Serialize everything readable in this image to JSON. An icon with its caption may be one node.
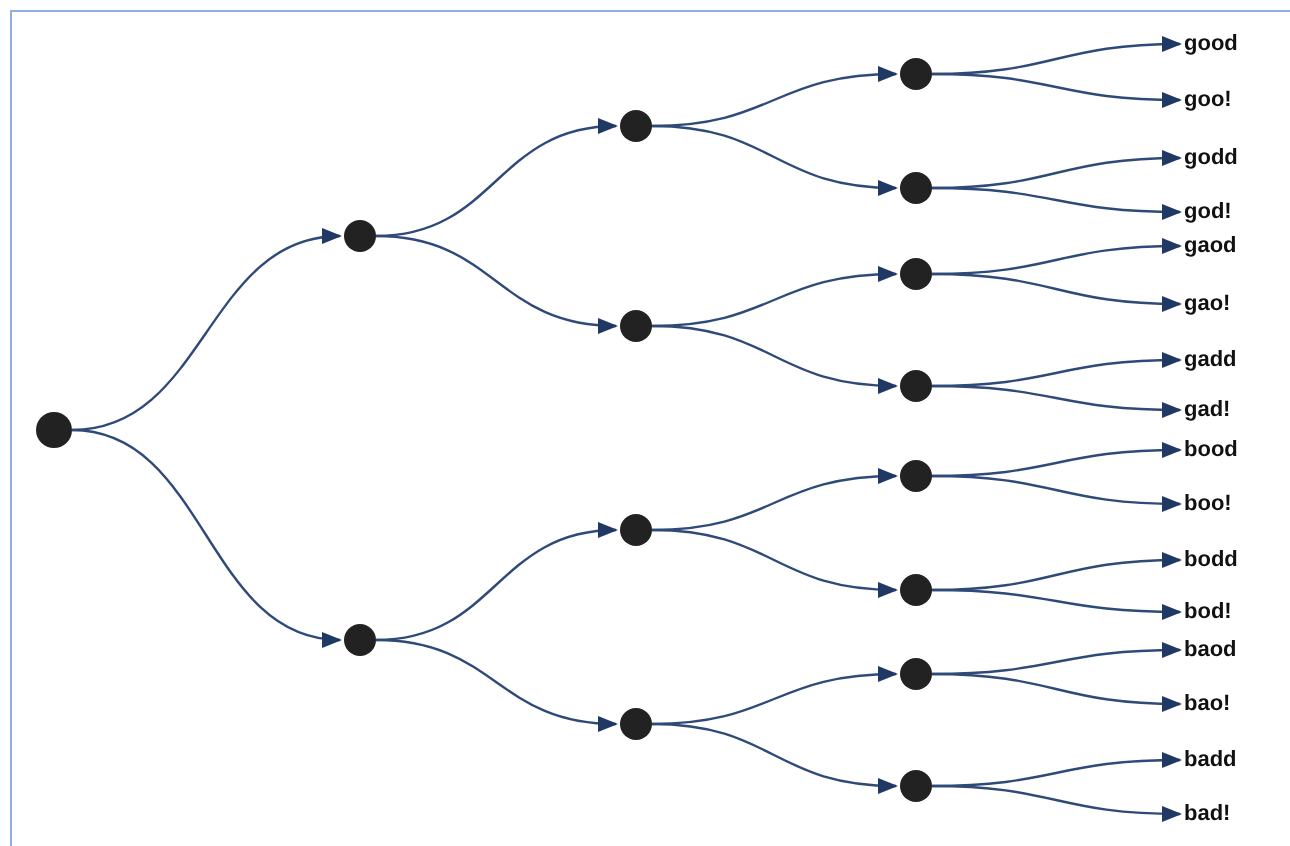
{
  "diagram": {
    "nodes": [
      {
        "text": [],
        "shape": "circle"
      },
      {
        "text": [],
        "shape": "circle"
      },
      {
        "text": [],
        "shape": "circle"
      },
      {
        "text": [],
        "shape": "circle"
      },
      {
        "text": [],
        "shape": "circle"
      },
      {
        "text": [],
        "shape": "circle"
      },
      {
        "text": [],
        "shape": "circle"
      },
      {
        "text": [],
        "shape": "circle"
      },
      {
        "text": [],
        "shape": "circle"
      },
      {
        "text": [],
        "shape": "circle"
      },
      {
        "text": [],
        "shape": "circle"
      },
      {
        "text": [],
        "shape": "circle"
      },
      {
        "text": [],
        "shape": "circle"
      },
      {
        "text": [],
        "shape": "circle"
      },
      {
        "text": [],
        "shape": "circle"
      },
      {
        "text": [
          "good"
        ]
      },
      {
        "text": [
          "goo!"
        ]
      },
      {
        "text": [
          "godd"
        ]
      },
      {
        "text": [
          "god!"
        ]
      },
      {
        "text": [
          "gaod"
        ]
      },
      {
        "text": [
          "gao!"
        ]
      },
      {
        "text": [
          "gadd"
        ]
      },
      {
        "text": [
          "gad!"
        ]
      },
      {
        "text": [
          "bood"
        ]
      },
      {
        "text": [
          "boo!"
        ]
      },
      {
        "text": [
          "bodd"
        ]
      },
      {
        "text": [
          "bod!"
        ]
      },
      {
        "text": [
          "baod"
        ]
      },
      {
        "text": [
          "bao!"
        ]
      },
      {
        "text": [
          "badd"
        ]
      },
      {
        "text": [
          "bad!"
        ]
      }
    ],
    "edges": [
      {
        "from": 0,
        "to": 1,
        "arrow": "to"
      },
      {
        "from": 0,
        "to": 2,
        "arrow": "to"
      },
      {
        "from": 1,
        "to": 3,
        "arrow": "to"
      },
      {
        "from": 1,
        "to": 4,
        "arrow": "to"
      },
      {
        "from": 2,
        "to": 5,
        "arrow": "to"
      },
      {
        "from": 2,
        "to": 6,
        "arrow": "to"
      },
      {
        "from": 3,
        "to": 7,
        "arrow": "to"
      },
      {
        "from": 3,
        "to": 8,
        "arrow": "to"
      },
      {
        "from": 4,
        "to": 9,
        "arrow": "to"
      },
      {
        "from": 4,
        "to": 10,
        "arrow": "to"
      },
      {
        "from": 5,
        "to": 11,
        "arrow": "to"
      },
      {
        "from": 5,
        "to": 12,
        "arrow": "to"
      },
      {
        "from": 6,
        "to": 13,
        "arrow": "to"
      },
      {
        "from": 6,
        "to": 14,
        "arrow": "to"
      },
      {
        "from": 7,
        "to": 15,
        "arrow": "to"
      },
      {
        "from": 7,
        "to": 16,
        "arrow": "to"
      },
      {
        "from": 8,
        "to": 17,
        "arrow": "to"
      },
      {
        "from": 8,
        "to": 18,
        "arrow": "to"
      },
      {
        "from": 9,
        "to": 19,
        "arrow": "to"
      },
      {
        "from": 9,
        "to": 20,
        "arrow": "to"
      },
      {
        "from": 10,
        "to": 21,
        "arrow": "to"
      },
      {
        "from": 10,
        "to": 22,
        "arrow": "to"
      },
      {
        "from": 11,
        "to": 23,
        "arrow": "to"
      },
      {
        "from": 11,
        "to": 24,
        "arrow": "to"
      },
      {
        "from": 12,
        "to": 25,
        "arrow": "to"
      },
      {
        "from": 12,
        "to": 26,
        "arrow": "to"
      },
      {
        "from": 13,
        "to": 27,
        "arrow": "to"
      },
      {
        "from": 13,
        "to": 28,
        "arrow": "to"
      },
      {
        "from": 14,
        "to": 29,
        "arrow": "to"
      },
      {
        "from": 14,
        "to": 30,
        "arrow": "to"
      }
    ]
  }
}
